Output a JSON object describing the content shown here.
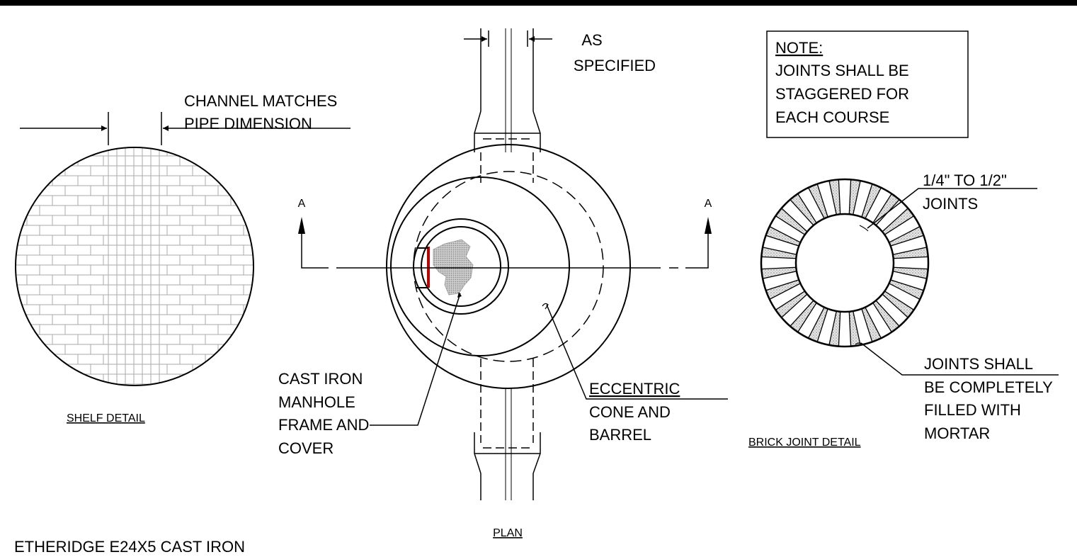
{
  "labels": {
    "channel_matches_1": "CHANNEL MATCHES",
    "channel_matches_2": "PIPE DIMENSION",
    "as_specified_1": "AS",
    "as_specified_2": "SPECIFIED",
    "note_title": "NOTE:",
    "note_line_1": "JOINTS SHALL BE",
    "note_line_2": "STAGGERED FOR",
    "note_line_3": "EACH COURSE",
    "joint_size_1": "1/4\" TO 1/2\"",
    "joint_size_2": "JOINTS",
    "section_left": "A",
    "section_right": "A",
    "cast_iron_1": "CAST IRON",
    "cast_iron_2": "MANHOLE",
    "cast_iron_3": "FRAME AND",
    "cast_iron_4": "COVER",
    "eccentric_1": "ECCENTRIC",
    "eccentric_2": "CONE AND",
    "eccentric_3": "BARREL",
    "filled_1": "JOINTS SHALL",
    "filled_2": "BE COMPLETELY",
    "filled_3": "FILLED WITH",
    "filled_4": "MORTAR",
    "shelf_detail": "SHELF DETAIL",
    "brick_joint_detail": "BRICK JOINT DETAIL",
    "plan": "PLAN",
    "bottom_note": "ETHERIDGE E24X5 CAST IRON"
  },
  "colors": {
    "ink": "#000000",
    "brick_line": "#aaaaaa",
    "mortar": "#bdbdbd",
    "highlight": "#c00000"
  }
}
